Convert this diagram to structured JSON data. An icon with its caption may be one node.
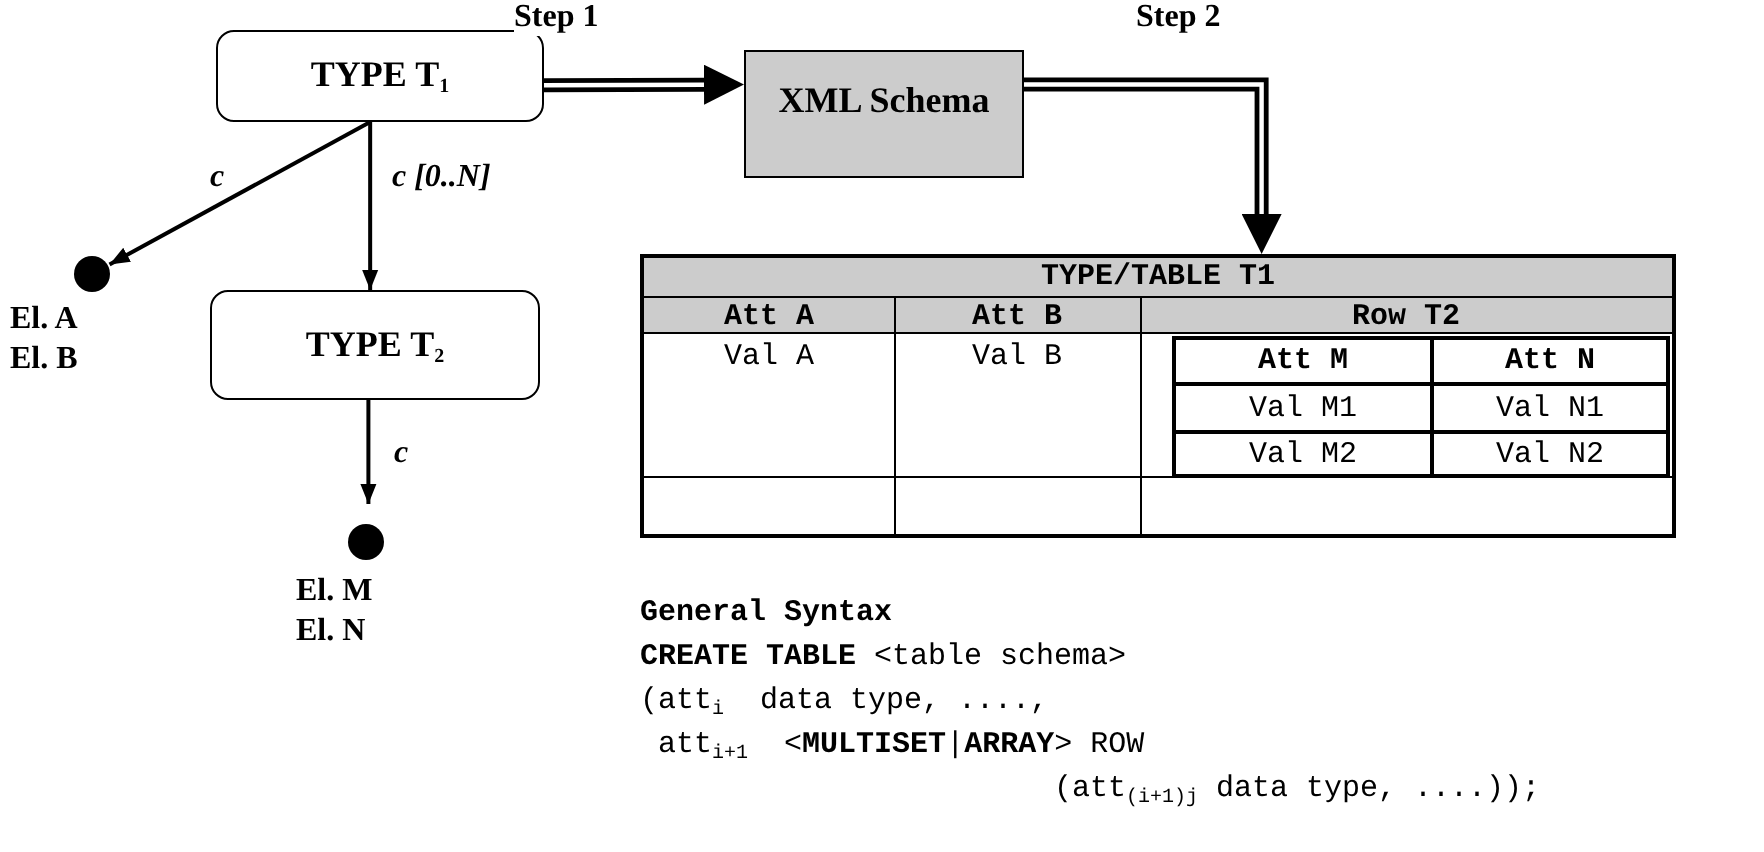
{
  "diagram": {
    "nodes": [
      {
        "text": [
          "TYPE T$_{1}$"
        ]
      },
      {
        "text": [],
        "shape": "circle",
        "beside": [
          "El. A",
          "El. B"
        ]
      },
      {
        "text": [
          "TYPE T$_{2}$"
        ]
      },
      {
        "text": [],
        "shape": "circle",
        "beside": [
          "El. M",
          "El. N"
        ]
      },
      {
        "text": [
          "XML Schema"
        ]
      },
      {
        "text": [
          "TYPE/TABLE T1"
        ]
      }
    ],
    "edges": [
      {
        "from": 0,
        "to": 4,
        "arrow": "to",
        "label": "Step 1",
        "style": "thick"
      },
      {
        "from": 4,
        "to": 5,
        "arrow": "to",
        "label": "Step 2",
        "style": "thick"
      },
      {
        "from": 0,
        "to": 1,
        "arrow": "to",
        "label": "c"
      },
      {
        "from": 0,
        "to": 2,
        "arrow": "to",
        "label": "c [0..N]"
      },
      {
        "from": 2,
        "to": 3,
        "arrow": "to",
        "label": "c"
      }
    ],
    "labels": [
      "Att A",
      "Att B",
      "Row T2",
      "Val A",
      "Val B",
      "Att M",
      "Att N",
      "Val M1",
      "Val N1",
      "Val M2",
      "Val N2",
      "General Syntax",
      "**CREATE TABLE** <table schema>",
      "(att$_{i}$  data type, ....,",
      "att$_{i+1}$  <**MULTISET**|**ARRAY**> ROW",
      "(att$_{(i+1)j}$ data type, ....));"
    ]
  }
}
